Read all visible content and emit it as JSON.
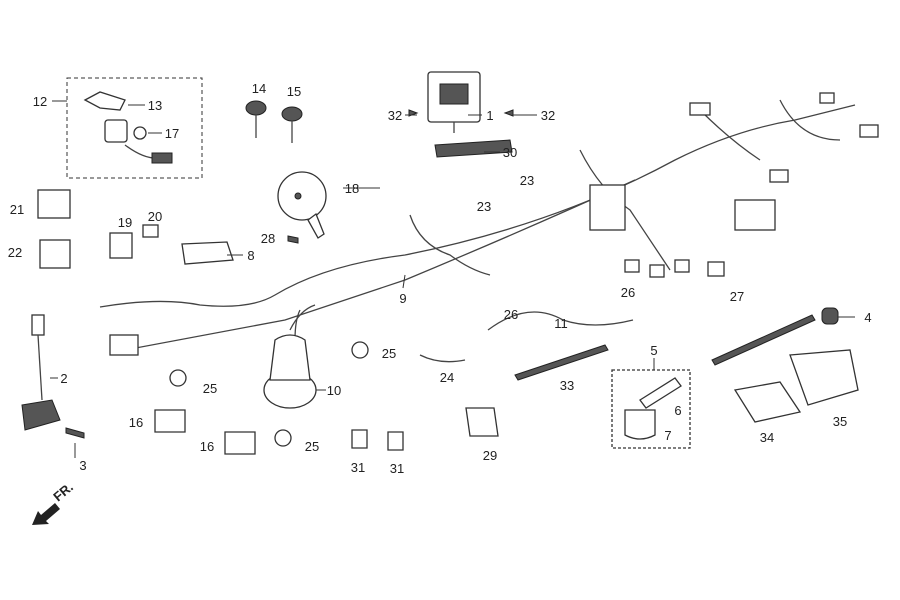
{
  "diagram": {
    "type": "parts-exploded-view",
    "line_color": "#333333",
    "background": "#ffffff",
    "direction_marker": {
      "label": "FR.",
      "icon": "arrow-down-left-icon"
    },
    "callouts": [
      "12",
      "13",
      "17",
      "14",
      "15",
      "32",
      "1",
      "32",
      "30",
      "18",
      "23",
      "23",
      "21",
      "19",
      "20",
      "22",
      "28",
      "8",
      "9",
      "27",
      "4",
      "26",
      "26",
      "11",
      "2",
      "25",
      "10",
      "24",
      "25",
      "5",
      "33",
      "6",
      "7",
      "16",
      "25",
      "16",
      "31",
      "31",
      "29",
      "34",
      "35",
      "3"
    ]
  }
}
